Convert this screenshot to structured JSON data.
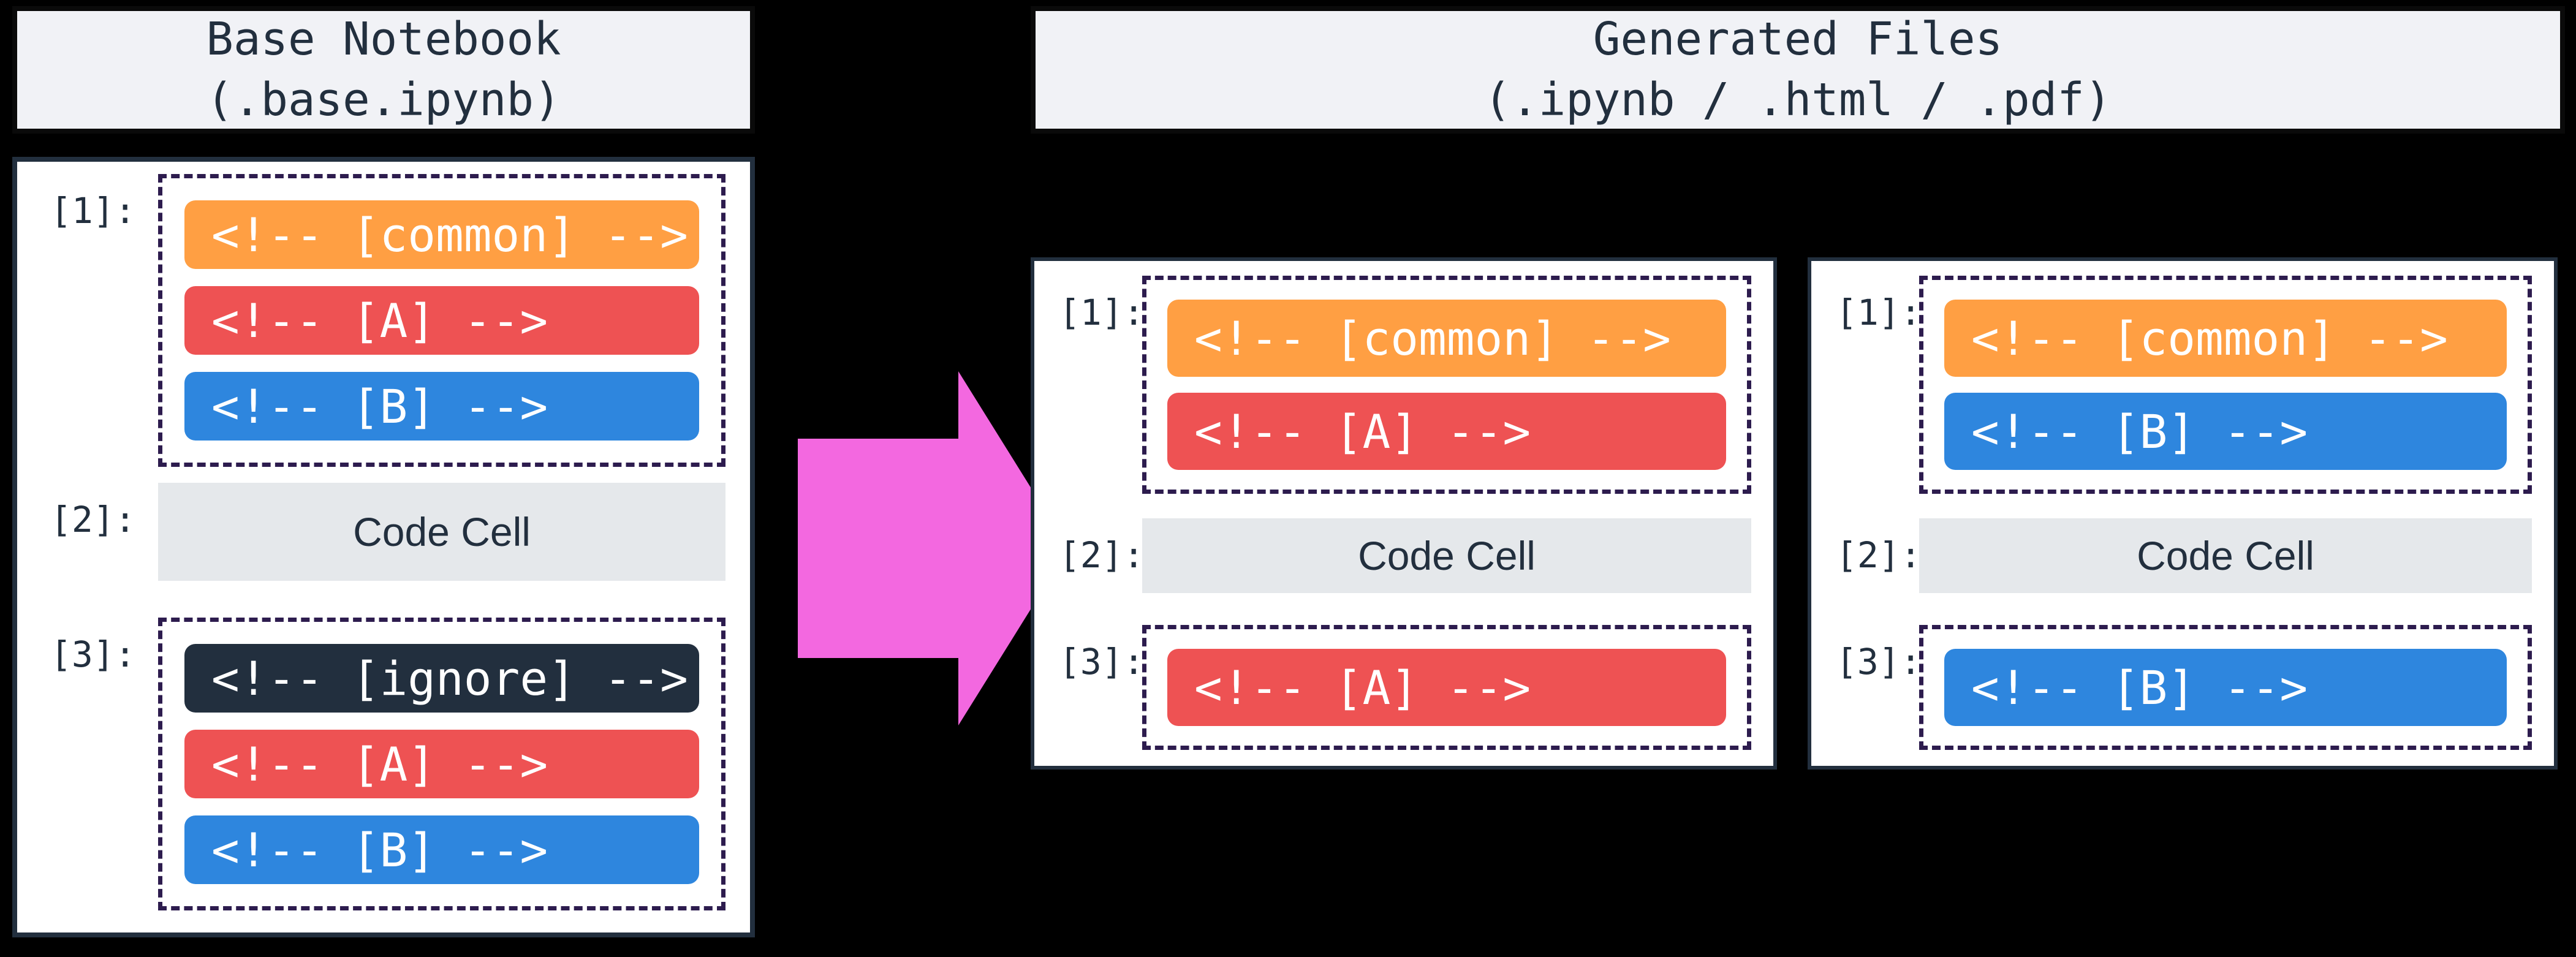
{
  "palette": {
    "background": "#000000",
    "header_bg": "#f1f2f6",
    "panel_bg": "#ffffff",
    "panel_border": "#222f3e",
    "dashed_group_border": "#2d1c4e",
    "text_dark": "#222f3e",
    "pill_text": "#ffffff",
    "orange": "#ff9f43",
    "red": "#ee5253",
    "blue": "#2e86de",
    "dark": "#222f3e",
    "code_cell_bg": "#e5e8eb",
    "arrow_pink": "#f368e0"
  },
  "left": {
    "header": {
      "line1": "Base Notebook",
      "line2": "(.base.ipynb)"
    },
    "cells": {
      "c1": {
        "label": "[1]:",
        "pills": [
          {
            "text": "<!-- [common] -->",
            "color": "#ff9f43"
          },
          {
            "text": "<!-- [A] -->",
            "color": "#ee5253"
          },
          {
            "text": "<!-- [B] -->",
            "color": "#2e86de"
          }
        ]
      },
      "c2": {
        "label": "[2]:",
        "text": "Code Cell"
      },
      "c3": {
        "label": "[3]:",
        "pills": [
          {
            "text": "<!-- [ignore] -->",
            "color": "#222f3e"
          },
          {
            "text": "<!-- [A] -->",
            "color": "#ee5253"
          },
          {
            "text": "<!-- [B] -->",
            "color": "#2e86de"
          }
        ]
      }
    }
  },
  "right": {
    "header": {
      "line1": "Generated Files",
      "line2": "(.ipynb / .html / .pdf)"
    },
    "file_a": {
      "c1": {
        "label": "[1]:",
        "pills": [
          {
            "text": "<!-- [common] -->",
            "color": "#ff9f43"
          },
          {
            "text": "<!-- [A] -->",
            "color": "#ee5253"
          }
        ]
      },
      "c2": {
        "label": "[2]:",
        "text": "Code Cell"
      },
      "c3": {
        "label": "[3]:",
        "pills": [
          {
            "text": "<!-- [A] -->",
            "color": "#ee5253"
          }
        ]
      }
    },
    "file_b": {
      "c1": {
        "label": "[1]:",
        "pills": [
          {
            "text": "<!-- [common] -->",
            "color": "#ff9f43"
          },
          {
            "text": "<!-- [B] -->",
            "color": "#2e86de"
          }
        ]
      },
      "c2": {
        "label": "[2]:",
        "text": "Code Cell"
      },
      "c3": {
        "label": "[3]:",
        "pills": [
          {
            "text": "<!-- [B] -->",
            "color": "#2e86de"
          }
        ]
      }
    }
  }
}
